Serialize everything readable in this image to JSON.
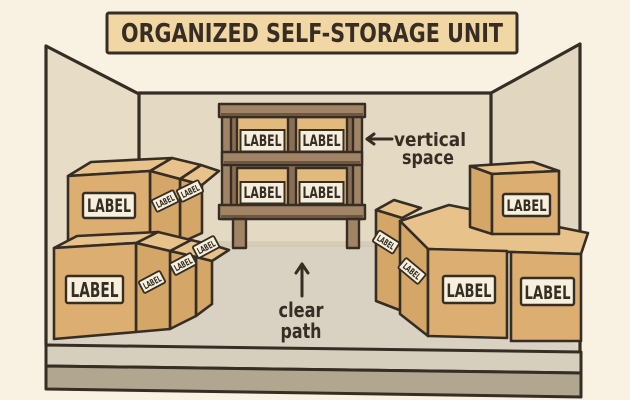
{
  "title": "ORGANIZED SELF-STORAGE UNIT",
  "annotations": {
    "vertical_space": {
      "line1": "vertical",
      "line2": "space"
    },
    "clear_path": {
      "line1": "clear",
      "line2": "path"
    }
  },
  "box_label_text": "LABEL",
  "palette": {
    "bg": "#f9f2e2",
    "banner_bg": "#f0d7a3",
    "ink": "#362d24",
    "wall_left": "#e7ddc6",
    "wall_back": "#e4dac3",
    "wall_right": "#e1d7c0",
    "floor": "#d9d2c2",
    "floor_edge": "#d6cfbe",
    "curb": "#b1a791",
    "shadow": "#cbc3af",
    "box_front": "#dcae72",
    "box_top": "#e7c28b",
    "box_side": "#d4a667",
    "label_bg": "#f7f0dc",
    "shelf_wood": "#a08465",
    "shelf_wood_dark": "#6d5740",
    "shelf_bay": "#8a6e53",
    "shelf_band": "#e3ba7e",
    "shelf_face": "#f5eedc"
  }
}
